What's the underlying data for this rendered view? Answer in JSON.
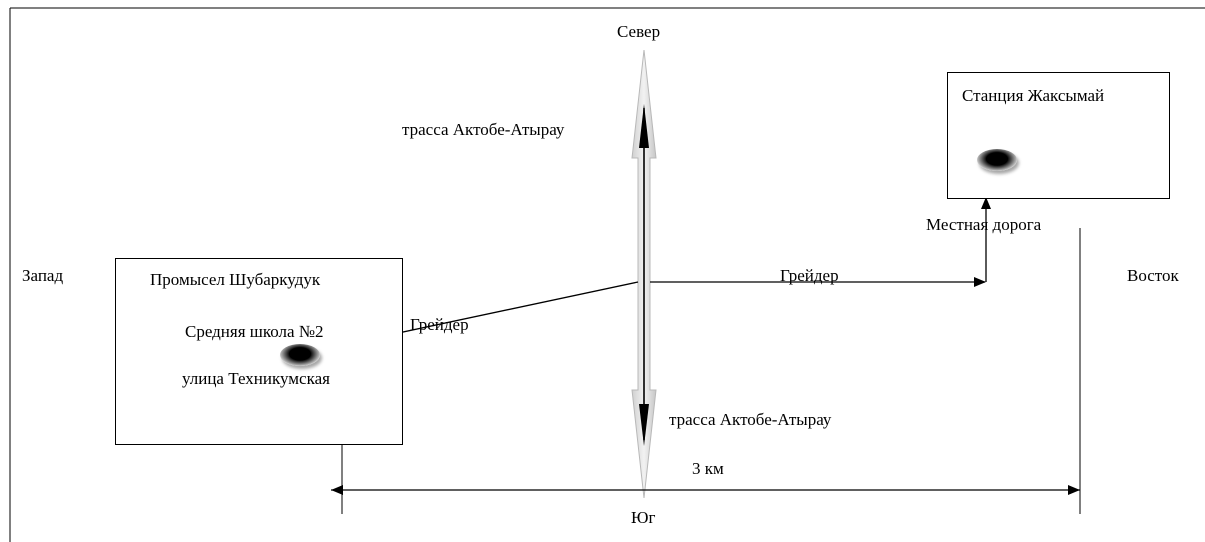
{
  "directions": {
    "north": "Север",
    "south": "Юг",
    "west": "Запад",
    "east": "Восток"
  },
  "highway": {
    "label_north": "трасса Актобе-Атырау",
    "label_south": "трасса Актобе-Атырау"
  },
  "roads": {
    "grader_west": "Грейдер",
    "grader_east": "Грейдер",
    "local_road": "Местная дорога"
  },
  "boxes": {
    "west": {
      "title": "Промысел Шубаркудук",
      "line1": "Средняя школа №2",
      "line2": "улица Техникумская"
    },
    "east": {
      "title": "Станция Жаксымай"
    }
  },
  "scale": {
    "label": "3 км"
  }
}
